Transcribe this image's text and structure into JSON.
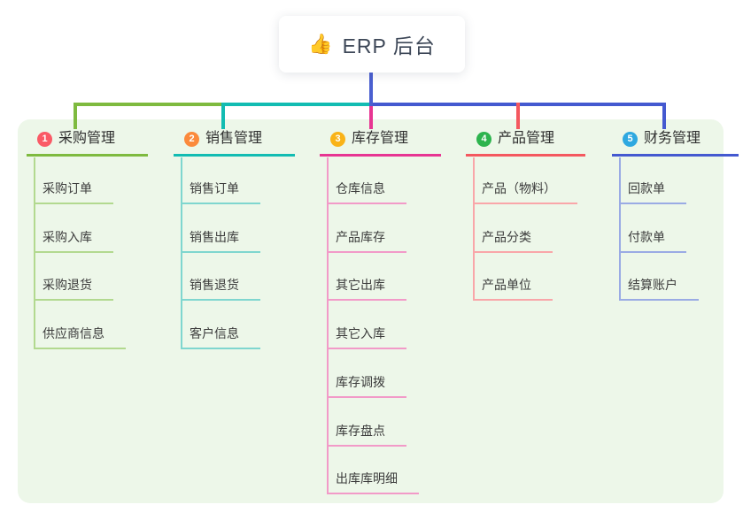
{
  "root": {
    "icon": "👍",
    "label": "ERP 后台"
  },
  "branches": [
    {
      "num": "1",
      "label": "采购管理",
      "badge_color": "#fa5a66",
      "line_color": "#7eba3f",
      "child_line_color": "#b2d98f",
      "children": [
        "采购订单",
        "采购入库",
        "采购退货",
        "供应商信息"
      ]
    },
    {
      "num": "2",
      "label": "销售管理",
      "badge_color": "#fb8a3c",
      "line_color": "#12bcb2",
      "child_line_color": "#7fd6cf",
      "children": [
        "销售订单",
        "销售出库",
        "销售退货",
        "客户信息"
      ]
    },
    {
      "num": "3",
      "label": "库存管理",
      "badge_color": "#f9b318",
      "line_color": "#e73592",
      "child_line_color": "#f29ac8",
      "children": [
        "仓库信息",
        "产品库存",
        "其它出库",
        "其它入库",
        "库存调拨",
        "库存盘点",
        "出库库明细"
      ]
    },
    {
      "num": "4",
      "label": "产品管理",
      "badge_color": "#2db44e",
      "line_color": "#f4585f",
      "child_line_color": "#f9a6a9",
      "children": [
        "产品（物料）",
        "产品分类",
        "产品单位"
      ]
    },
    {
      "num": "5",
      "label": "财务管理",
      "badge_color": "#2ea8e0",
      "line_color": "#4459d0",
      "child_line_color": "#9aabe4",
      "children": [
        "回款单",
        "付款单",
        "结算账户"
      ]
    }
  ],
  "colors": {
    "panel_bg": "#edf7e9",
    "root_line": "#4a5fd0",
    "root_text": "#3d4757",
    "header_text": "#2f2f2f",
    "child_text": "#3c3c3c",
    "card_bg": "#ffffff"
  }
}
